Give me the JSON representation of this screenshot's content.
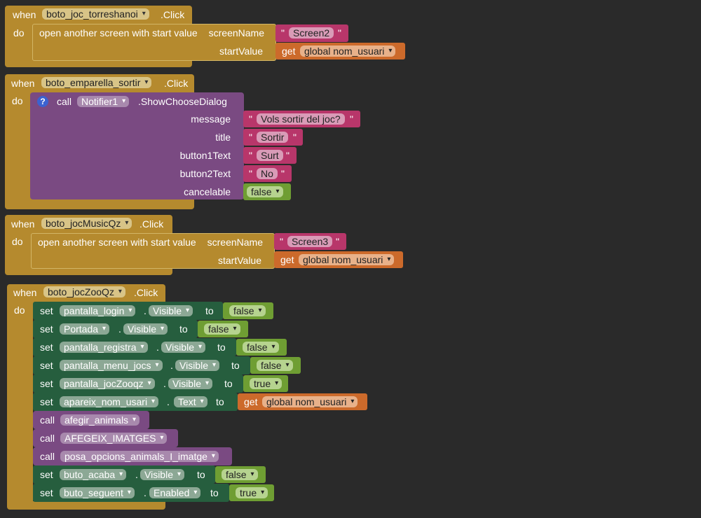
{
  "common": {
    "when": "when",
    "do": "do",
    "click": ".Click",
    "open_screen": "open another screen with start value",
    "screen_name": "screenName",
    "start_value": "startValue",
    "get": "get",
    "set": "set",
    "to": "to",
    "call": "call",
    "dot": ".",
    "quote": "\"",
    "global_nom_usuari": "global nom_usuari",
    "false": "false",
    "true": "true"
  },
  "b1": {
    "component": "boto_joc_torreshanoi",
    "screen": "Screen2"
  },
  "b2": {
    "component": "boto_emparella_sortir",
    "notifier": "Notifier1",
    "method": ".ShowChooseDialog",
    "help_icon": "?",
    "message_label": "message",
    "message": "Vols sortir del joc?",
    "title_label": "title",
    "title": "Sortir",
    "button1_label": "button1Text",
    "button1": "Surt",
    "button2_label": "button2Text",
    "button2": "No",
    "cancelable_label": "cancelable",
    "cancelable": "false"
  },
  "b3": {
    "component": "boto_jocMusicQz",
    "screen": "Screen3"
  },
  "b4": {
    "component": "boto_jocZooQz",
    "set_rows": [
      {
        "component": "pantalla_login",
        "property": "Visible",
        "value": "false"
      },
      {
        "component": "Portada",
        "property": "Visible",
        "value": "false"
      },
      {
        "component": "pantalla_registra",
        "property": "Visible",
        "value": "false"
      },
      {
        "component": "pantalla_menu_jocs",
        "property": "Visible",
        "value": "false"
      },
      {
        "component": "pantalla_jocZooqz",
        "property": "Visible",
        "value": "true"
      },
      {
        "component": "apareix_nom_usari",
        "property": "Text",
        "value": "global nom_usuari"
      }
    ],
    "calls": [
      "afegir_animals",
      "AFEGEIX_IMATGES",
      "posa_opcions_animals_I_imatge"
    ],
    "tail_rows": [
      {
        "component": "buto_acaba",
        "property": "Visible",
        "value": "false"
      },
      {
        "component": "buto_seguent",
        "property": "Enabled",
        "value": "true"
      }
    ]
  }
}
